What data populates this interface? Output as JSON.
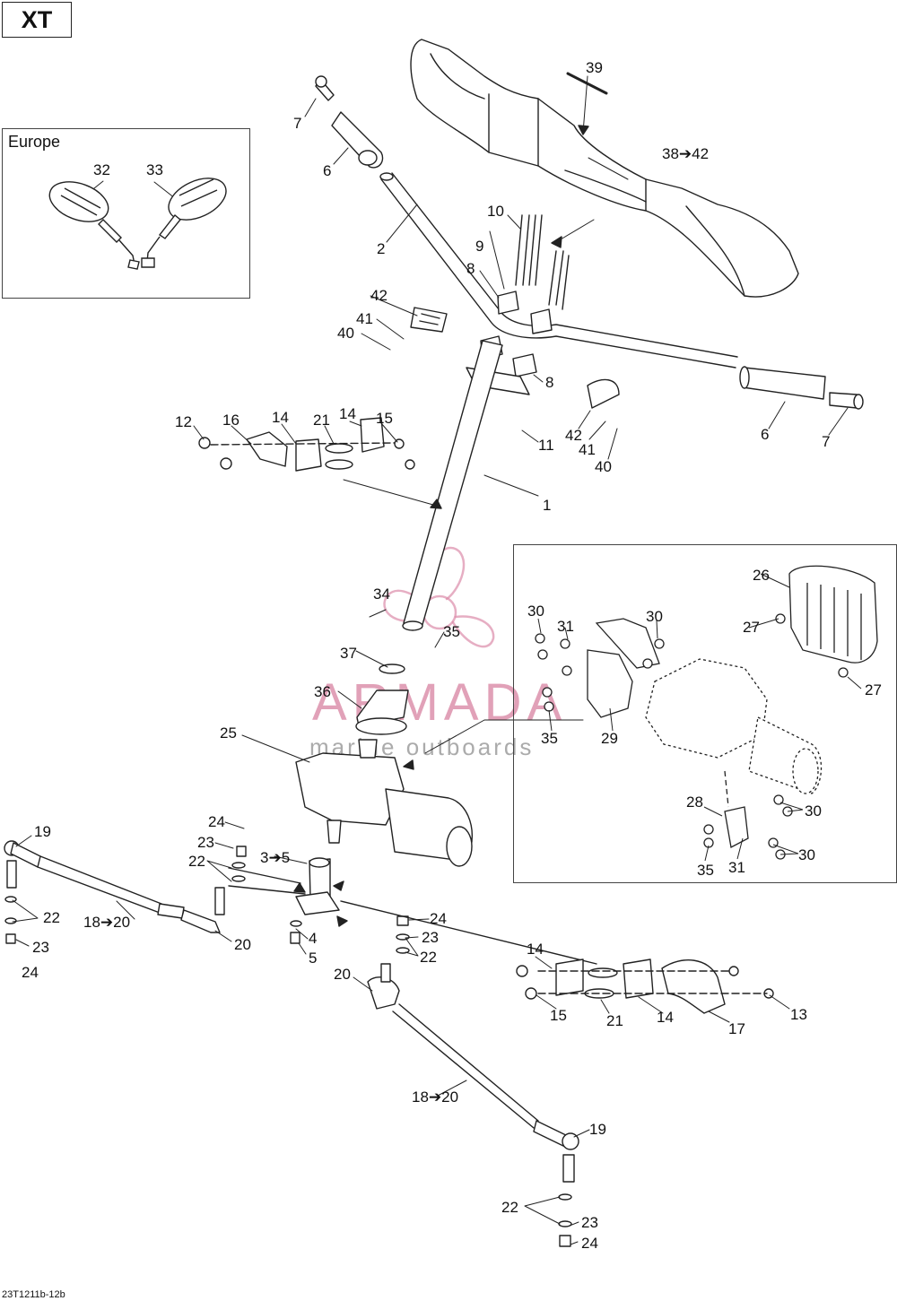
{
  "header": {
    "model_code": "XT"
  },
  "europe_inset": {
    "label": "Europe"
  },
  "drawing_ref": "23T1211b-12b",
  "watermark": {
    "name": "ARMADA",
    "tagline": "marine outboards"
  },
  "callouts": {
    "c1": "1",
    "c2": "2",
    "c3_5": "3➔5",
    "c4": "4",
    "c5": "5",
    "c6a": "6",
    "c6b": "6",
    "c7a": "7",
    "c7b": "7",
    "c8a": "8",
    "c8b": "8",
    "c9": "9",
    "c10": "10",
    "c11": "11",
    "c12": "12",
    "c13": "13",
    "c14a": "14",
    "c14b": "14",
    "c14c": "14",
    "c14d": "14",
    "c15a": "15",
    "c15b": "15",
    "c16": "16",
    "c17": "17",
    "c18_20a": "18➔20",
    "c18_20b": "18➔20",
    "c19a": "19",
    "c19b": "19",
    "c20a": "20",
    "c20b": "20",
    "c21a": "21",
    "c21b": "21",
    "c22a": "22",
    "c22b": "22",
    "c22c": "22",
    "c22d": "22",
    "c23a": "23",
    "c23b": "23",
    "c23c": "23",
    "c23d": "23",
    "c24a": "24",
    "c24b": "24",
    "c24c": "24",
    "c24d": "24",
    "c25": "25",
    "c26": "26",
    "c27a": "27",
    "c27b": "27",
    "c28": "28",
    "c29": "29",
    "c30a": "30",
    "c30b": "30",
    "c30c": "30",
    "c30d": "30",
    "c31a": "31",
    "c31b": "31",
    "c32": "32",
    "c33": "33",
    "c34": "34",
    "c35a": "35",
    "c35b": "35",
    "c35c": "35",
    "c36": "36",
    "c37": "37",
    "c38_42": "38➔42",
    "c39": "39",
    "c40a": "40",
    "c40b": "40",
    "c41a": "41",
    "c41b": "41",
    "c42a": "42",
    "c42b": "42"
  }
}
